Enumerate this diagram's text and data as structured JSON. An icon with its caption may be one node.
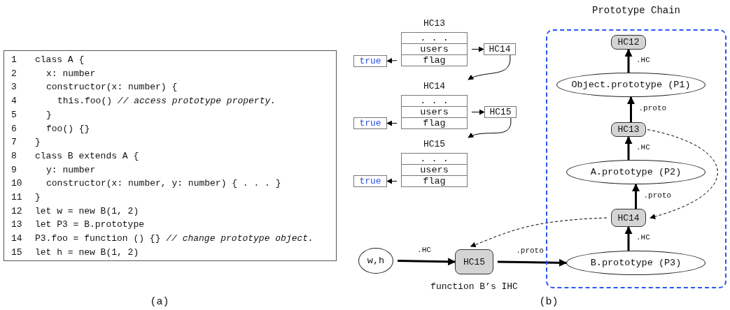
{
  "diagram": {
    "nodes": [
      {
        "text": [
          "1",
          "class A {",
          "2",
          "x: number",
          "3",
          "constructor(x: number) {",
          "4",
          "this.foo() *// access prototype property.*",
          "5",
          "}",
          "6",
          "foo() {}",
          "7",
          "}",
          "8",
          "class B extends A {",
          "9",
          "y: number",
          "10",
          "constructor(x: number, y: number) { . . . }",
          "11",
          "}",
          "12",
          "let w = new B(1, 2)",
          "13",
          "let P3 = B.prototype",
          "14",
          "P3.foo = function () {} *// change prototype object.*",
          "15",
          "let h = new B(1, 2)"
        ]
      },
      {
        "text": [
          "HC13"
        ]
      },
      {
        "text": [
          ". . ."
        ],
        "in": 1
      },
      {
        "text": [
          "users"
        ],
        "in": 1
      },
      {
        "text": [
          "flag"
        ],
        "in": 1
      },
      {
        "text": [
          "HC14"
        ]
      },
      {
        "text": [
          "true"
        ]
      },
      {
        "text": [
          "HC14"
        ]
      },
      {
        "text": [
          ". . ."
        ],
        "in": 7
      },
      {
        "text": [
          "users"
        ],
        "in": 7
      },
      {
        "text": [
          "flag"
        ],
        "in": 7
      },
      {
        "text": [
          "HC15"
        ]
      },
      {
        "text": [
          "true"
        ]
      },
      {
        "text": [
          "HC15"
        ]
      },
      {
        "text": [
          ". . ."
        ],
        "in": 13
      },
      {
        "text": [
          "users"
        ],
        "in": 13
      },
      {
        "text": [
          "flag"
        ],
        "in": 13
      },
      {
        "text": [
          "true"
        ]
      },
      {
        "text": [
          "Prototype Chain"
        ]
      },
      {
        "text": [
          "HC12"
        ],
        "in": 18
      },
      {
        "text": [
          "Object.prototype (P1)"
        ],
        "in": 18
      },
      {
        "text": [
          "HC13"
        ],
        "in": 18
      },
      {
        "text": [
          "A.prototype (P2)"
        ],
        "in": 18
      },
      {
        "text": [
          "HC14"
        ],
        "in": 18
      },
      {
        "text": [
          "B.prototype (P3)"
        ],
        "in": 18
      },
      {
        "text": [
          "w,h"
        ]
      },
      {
        "text": [
          "HC15"
        ],
        "beside": [
          "function B’s IHC"
        ]
      }
    ],
    "edges": [
      {
        "from": 3,
        "to": 5,
        "arrow": "to"
      },
      {
        "from": 4,
        "to": 6,
        "arrow": "to"
      },
      {
        "from": 5,
        "to": 7,
        "arrow": "to"
      },
      {
        "from": 9,
        "to": 11,
        "arrow": "to"
      },
      {
        "from": 10,
        "to": 12,
        "arrow": "to"
      },
      {
        "from": 11,
        "to": 13,
        "arrow": "to"
      },
      {
        "from": 16,
        "to": 17,
        "arrow": "to"
      },
      {
        "from": 20,
        "to": 19,
        "arrow": "to",
        "label": ".HC",
        "style": "thick"
      },
      {
        "from": 21,
        "to": 20,
        "arrow": "to",
        "label": ".proto",
        "style": "thick"
      },
      {
        "from": 22,
        "to": 21,
        "arrow": "to",
        "label": ".HC",
        "style": "thick"
      },
      {
        "from": 23,
        "to": 22,
        "arrow": "to",
        "label": ".proto",
        "style": "thick"
      },
      {
        "from": 24,
        "to": 23,
        "arrow": "to",
        "label": ".HC",
        "style": "thick"
      },
      {
        "from": 21,
        "to": 23,
        "arrow": "to",
        "style": "dashed"
      },
      {
        "from": 23,
        "to": 26,
        "arrow": "to",
        "style": "dashed"
      },
      {
        "from": 25,
        "to": 26,
        "arrow": "to",
        "label": ".HC",
        "style": "thick"
      },
      {
        "from": 26,
        "to": 24,
        "arrow": "to",
        "label": ".proto",
        "style": "thick"
      }
    ],
    "labels": [
      "(a)",
      "(b)"
    ]
  }
}
